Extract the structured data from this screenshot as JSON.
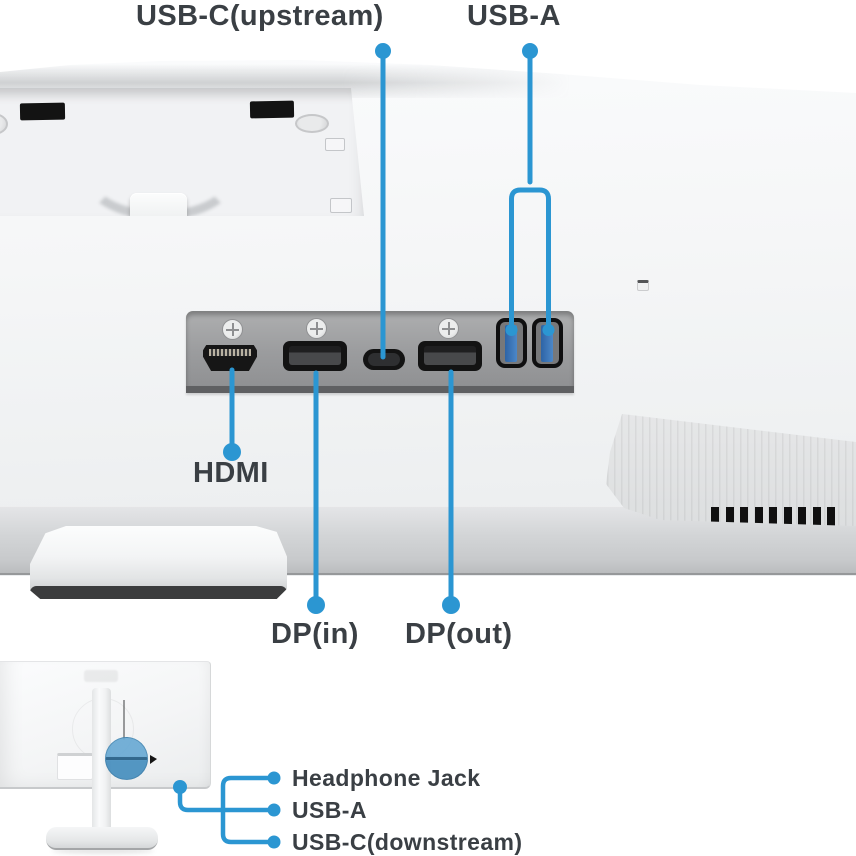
{
  "diagram": {
    "subject": "monitor-rear-ports",
    "colors": {
      "accent": "#2B96D2",
      "label_text": "#3A3F44",
      "port_panel": "#9B9C9E",
      "usb_tongue": "#3C74B9"
    },
    "callouts": {
      "top": [
        {
          "id": "usb-c-upstream",
          "label": "USB-C(upstream)"
        },
        {
          "id": "usb-a",
          "label": "USB-A"
        }
      ],
      "mid": [
        {
          "id": "hdmi",
          "label": "HDMI"
        }
      ],
      "bottom": [
        {
          "id": "dp-in",
          "label": "DP(in)"
        },
        {
          "id": "dp-out",
          "label": "DP(out)"
        }
      ],
      "inset": [
        {
          "id": "headphone-jack",
          "label": "Headphone Jack"
        },
        {
          "id": "usb-a-downstream",
          "label": "USB-A"
        },
        {
          "id": "usb-c-downstream",
          "label": "USB-C(downstream)"
        }
      ]
    },
    "port_row_order": [
      "hdmi",
      "dp-in",
      "usb-c-upstream",
      "dp-out",
      "usb-a",
      "usb-a"
    ]
  }
}
